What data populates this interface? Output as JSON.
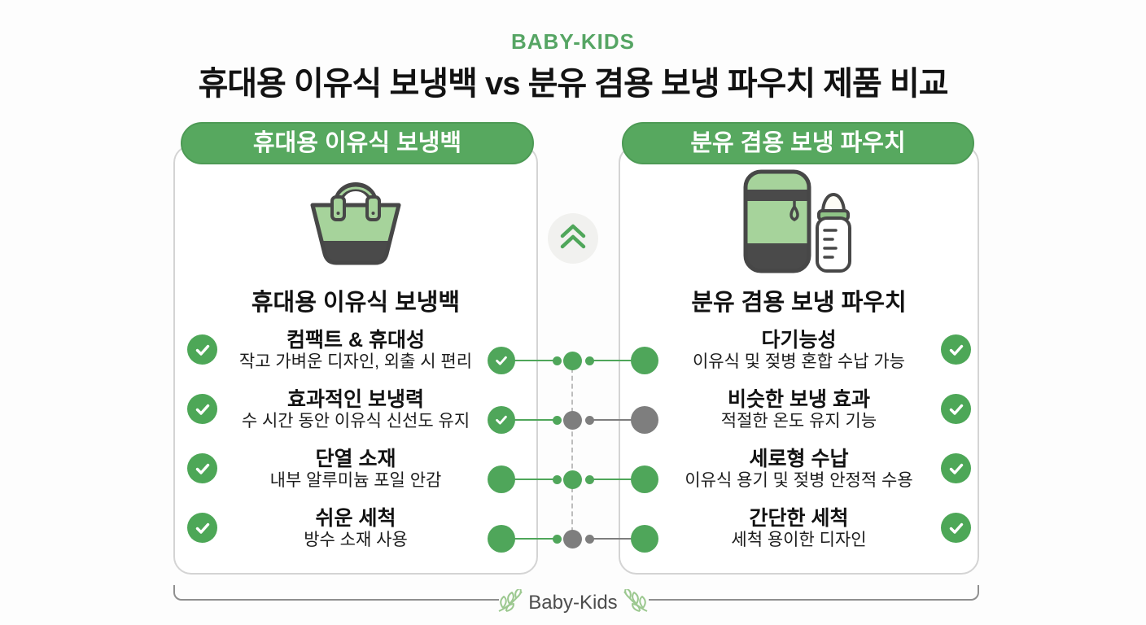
{
  "page": {
    "brand": "BABY-KIDS",
    "title": "휴대용 이유식 보냉백 vs 분유 겸용 보냉 파우치 제품 비교"
  },
  "colors": {
    "green": "#4FA65A",
    "gray": "#7E7E7E",
    "check_circle_green": "#4DA757",
    "pill_green": "#57A85F",
    "icon_light_green": "#A6D39B",
    "icon_dark": "#474747"
  },
  "left_card": {
    "header": "휴대용 이유식 보냉백",
    "icon": "tote-bag-icon",
    "subtitle": "휴대용 이유식 보냉백",
    "features": [
      {
        "title": "컴팩트 & 휴대성",
        "desc": "작고 가벼운 디자인, 외출 시 편리"
      },
      {
        "title": "효과적인 보냉력",
        "desc": "수 시간 동안 이유식 신선도 유지"
      },
      {
        "title": "단열 소재",
        "desc": "내부 알루미늄 포일 안감"
      },
      {
        "title": "쉬운 세척",
        "desc": "방수 소재 사용"
      }
    ]
  },
  "right_card": {
    "header": "분유 겸용 보냉 파우치",
    "icon": "cooler-pouch-and-bottle-icon",
    "subtitle": "분유 겸용 보냉 파우치",
    "features": [
      {
        "title": "다기능성",
        "desc": "이유식 및 젖병 혼합 수납 가능"
      },
      {
        "title": "비슷한 보냉 효과",
        "desc": "적절한 온도 유지 기능"
      },
      {
        "title": "세로형 수납",
        "desc": "이유식 용기 및 젖병 안정적 수용"
      },
      {
        "title": "간단한 세척",
        "desc": "세척 용이한 디자인"
      }
    ]
  },
  "divider": {
    "icon": "double-chevron-up-icon"
  },
  "connector_rows": [
    {
      "left_dot": "green",
      "left_check": true,
      "left_segment": "green",
      "center_dot": "green",
      "right_segment": "green",
      "right_dot": "green",
      "row": 1
    },
    {
      "left_dot": "green",
      "left_check": true,
      "left_segment": "green",
      "center_dot": "gray",
      "right_segment": "gray",
      "right_dot": "gray",
      "row": 2
    },
    {
      "left_dot": "green",
      "left_check": false,
      "left_segment": "green",
      "center_dot": "green",
      "right_segment": "green",
      "right_dot": "green",
      "row": 3
    },
    {
      "left_dot": "green",
      "left_check": false,
      "left_segment": "green",
      "center_dot": "gray",
      "right_segment": "gray",
      "right_dot": "green",
      "row": 4
    }
  ],
  "footer": {
    "label": "Baby-Kids"
  }
}
